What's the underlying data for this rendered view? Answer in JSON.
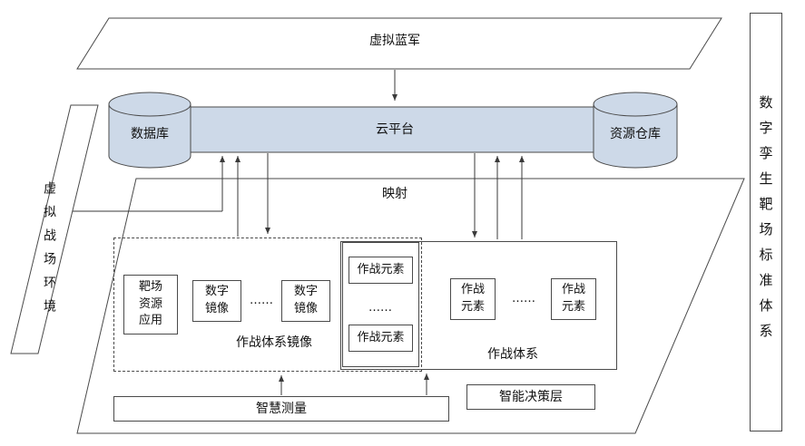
{
  "diagram": {
    "top": {
      "virtual_blue_army": "虚拟蓝军"
    },
    "platform": {
      "cloud": "云平台",
      "database": "数据库",
      "resource_warehouse": "资源仓库"
    },
    "left_panel": {
      "label": "虚拟战场环境"
    },
    "right_panel": {
      "label": "数字孪生靶场标准体系"
    },
    "mapping_label": "映射",
    "mirror_group": {
      "range_resource_app": "靶场资源应用",
      "digital_mirror": "数字镜像",
      "ellipsis": "……",
      "label": "作战体系镜像"
    },
    "combat_group": {
      "combat_element": "作战元素",
      "ellipsis": "……",
      "label": "作战体系"
    },
    "bottom": {
      "smart_measurement": "智慧测量",
      "intelligent_decision": "智能决策层"
    },
    "colors": {
      "node_fill": "#cdd9e8",
      "line": "#3a3a3a",
      "border": "#4a4a4a"
    }
  }
}
